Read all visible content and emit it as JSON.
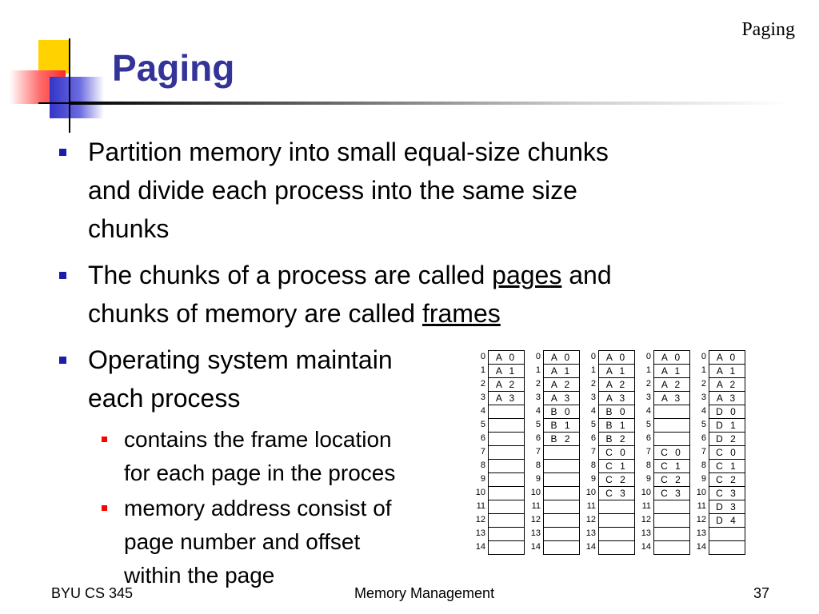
{
  "corner_label": "Paging",
  "title": "Paging",
  "bullets": {
    "b1": [
      "Partition memory into small equal-size chunks",
      "and divide each process into the same size",
      "chunks"
    ],
    "b2": {
      "line1_pre": "The chunks of a process are called ",
      "line1_link": "pages",
      "line1_post": " and",
      "line2_pre": "chunks of memory are called ",
      "line2_link": "frames"
    },
    "b3": [
      "Operating system maintain",
      "each process"
    ],
    "sub1": [
      "contains the frame location",
      "for each page in the proces"
    ],
    "sub2": [
      "memory address consist of",
      "page number and offset",
      "within the page"
    ]
  },
  "memory_tables": [
    [
      "A 0",
      "A 1",
      "A 2",
      "A 3",
      "",
      "",
      "",
      "",
      "",
      "",
      "",
      "",
      "",
      "",
      ""
    ],
    [
      "A 0",
      "A 1",
      "A 2",
      "A 3",
      "B 0",
      "B 1",
      "B 2",
      "",
      "",
      "",
      "",
      "",
      "",
      "",
      ""
    ],
    [
      "A 0",
      "A 1",
      "A 2",
      "A 3",
      "B 0",
      "B 1",
      "B 2",
      "C 0",
      "C 1",
      "C 2",
      "C 3",
      "",
      "",
      "",
      ""
    ],
    [
      "A 0",
      "A 1",
      "A 2",
      "A 3",
      "",
      "",
      "",
      "C 0",
      "C 1",
      "C 2",
      "C 3",
      "",
      "",
      "",
      ""
    ],
    [
      "A 0",
      "A 1",
      "A 2",
      "A 3",
      "D 0",
      "D 1",
      "D 2",
      "C 0",
      "C 1",
      "C 2",
      "C 3",
      "D 3",
      "D 4",
      "",
      ""
    ]
  ],
  "row_labels": [
    "0",
    "1",
    "2",
    "3",
    "4",
    "5",
    "6",
    "7",
    "8",
    "9",
    "10",
    "11",
    "12",
    "13",
    "14"
  ],
  "footer": {
    "left": "BYU CS 345",
    "center": "Memory Management",
    "right": "37"
  }
}
